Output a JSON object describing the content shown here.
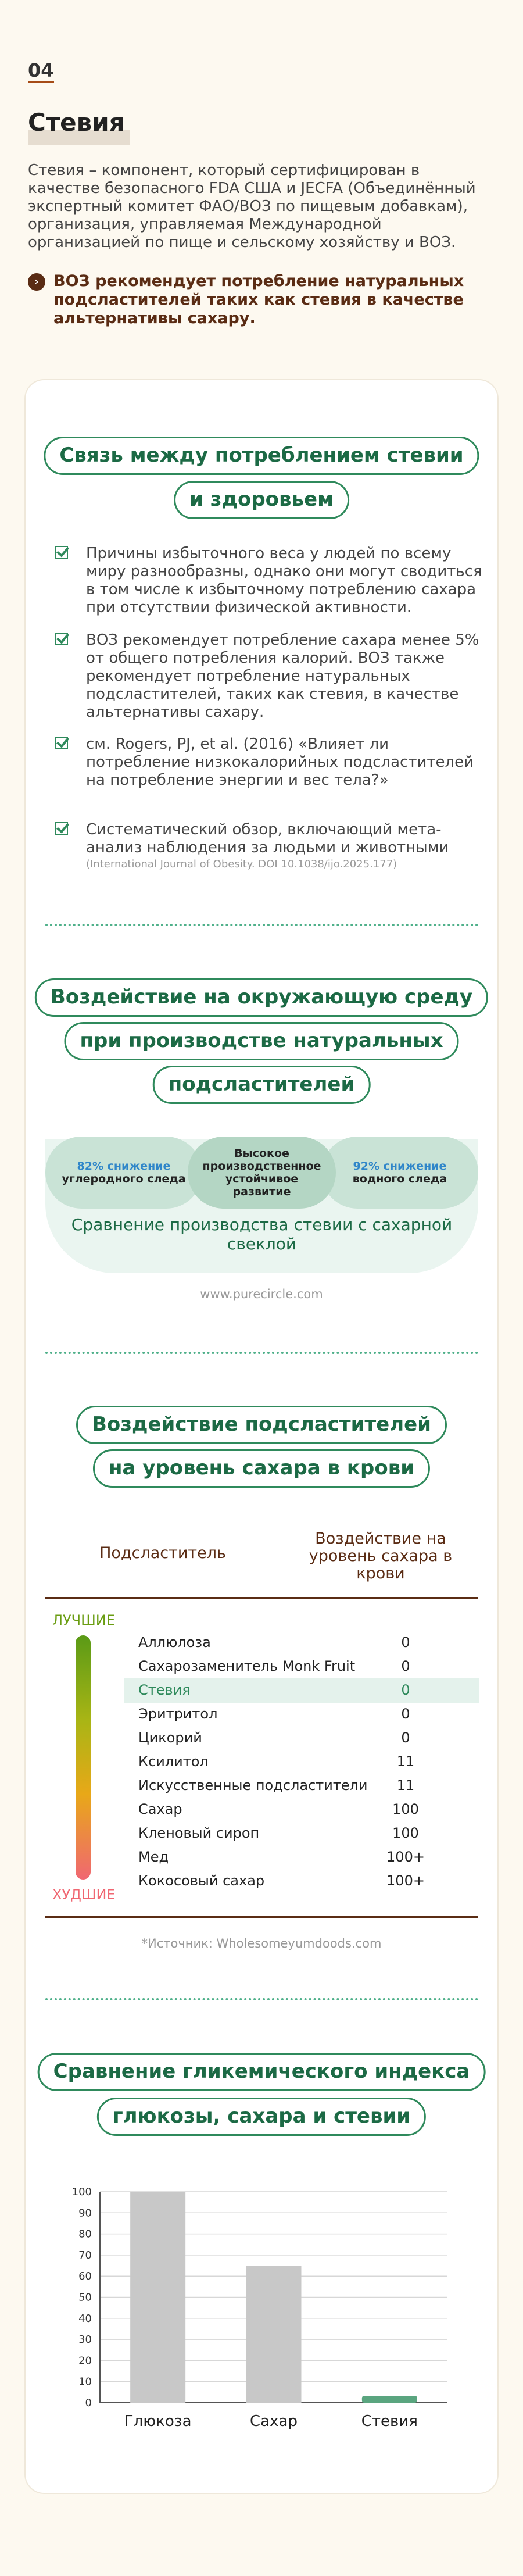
{
  "section": {
    "number": "04",
    "title": "Стевия",
    "intro": "Стевия – компонент, который сертифицирован в качестве безопасного FDA США и JECFA (Объединённый экспертный комитет ФАО/ВОЗ по пищевым добавкам), организация, управляемая Международной организацией по пище и сельскому хозяйству и ВОЗ.",
    "recommendation": "ВОЗ рекомендует потребление натуральных подсластителей таких как стевия в качестве альтернативы сахару."
  },
  "health": {
    "title_line1": "Связь между потреблением стевии",
    "title_line2": "и здоровьем",
    "items": [
      {
        "text": "Причины избыточного веса у людей по всему миру разнообразны, однако они могут сводиться в том числе к избыточному потреблению сахара при отсутствии физической активности.",
        "sub": ""
      },
      {
        "text": "ВОЗ рекомендует потребление сахара менее 5% от общего потребления калорий. ВОЗ также рекомендует потребление натуральных подсластителей, таких как стевия, в качестве альтернативы сахару.",
        "sub": ""
      },
      {
        "text": "см. Rogers, PJ, et al. (2016) «Влияет ли потребление низкокалорийных подсластителей на потребление энергии и вес тела?»",
        "sub": ""
      },
      {
        "text": "Систематический обзор, включающий мета-анализ наблюдения за людьми и животными",
        "sub": "(International Journal of Obesity. DOI 10.1038/ijo.2025.177)"
      }
    ]
  },
  "eco": {
    "title_line1": "Воздействие на окружающую среду",
    "title_line2": "при производстве натуральных",
    "title_line3": "подсластителей",
    "left_highlight": "82% снижение",
    "left_text": "углеродного следа",
    "mid_text": "Высокое производственное устойчивое развитие",
    "right_highlight": "92% снижение",
    "right_text": "водного следа",
    "caption": "Сравнение производства стевии с сахарной свеклой",
    "source": "www.purecircle.com"
  },
  "sugar": {
    "title_line1": "Воздействие подсластителей",
    "title_line2": "на уровень сахара в крови",
    "col_sweetener": "Подсластитель",
    "col_impact": "Воздействие на уровень сахара в крови",
    "best": "ЛУЧШИЕ",
    "worst": "ХУДШИЕ",
    "rows": [
      {
        "name": "Аллюлоза",
        "value": "0"
      },
      {
        "name": "Сахарозаменитель Monk Fruit",
        "value": "0"
      },
      {
        "name": "Стевия",
        "value": "0"
      },
      {
        "name": "Эритритол",
        "value": "0"
      },
      {
        "name": "Цикорий",
        "value": "0"
      },
      {
        "name": "Ксилитол",
        "value": "11"
      },
      {
        "name": "Искусственные подсластители",
        "value": "11"
      },
      {
        "name": "Сахар",
        "value": "100"
      },
      {
        "name": "Кленовый сироп",
        "value": "100"
      },
      {
        "name": "Мед",
        "value": "100+"
      },
      {
        "name": "Кокосовый сахар",
        "value": "100+"
      }
    ],
    "source": "*Источник: Wholesomeyumdoods.com"
  },
  "gi": {
    "title_line1": "Сравнение гликемического индекса",
    "title_line2": "глюкозы, сахара и стевии"
  },
  "chart_data": {
    "type": "bar",
    "categories": [
      "Глюкоза",
      "Сахар",
      "Стевия"
    ],
    "values": [
      100,
      65,
      0
    ],
    "colors": [
      "#c8c8c8",
      "#c8c8c8",
      "#5aa57f"
    ],
    "yticks": [
      0,
      10,
      20,
      30,
      40,
      50,
      60,
      70,
      80,
      90,
      100
    ],
    "ylim": [
      0,
      100
    ],
    "grid": true
  }
}
